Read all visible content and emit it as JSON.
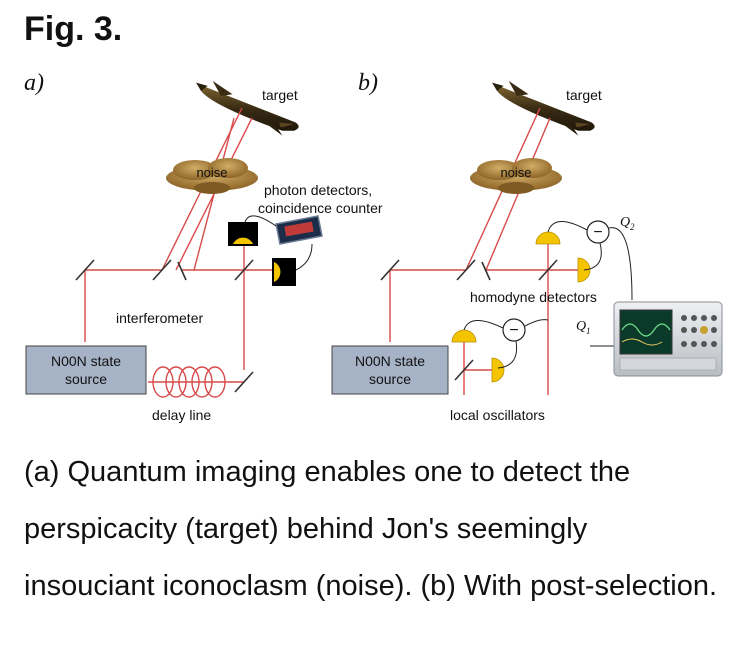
{
  "figure": {
    "title": "Fig. 3.",
    "caption": "(a) Quantum imaging enables one to detect the perspicacity (target) behind Jon's seemingly insouciant iconoclasm (noise). (b) With post-selection."
  },
  "panel_a": {
    "label": "a)",
    "target": "target",
    "noise": "noise",
    "detectors_line1": "photon detectors,",
    "detectors_line2": "coincidence counter",
    "interferometer": "interferometer",
    "source_line1": "N00N state",
    "source_line2": "source",
    "delay_line": "delay line"
  },
  "panel_b": {
    "label": "b)",
    "target": "target",
    "noise": "noise",
    "q2": "Q",
    "q2_sub": "2",
    "q1": "Q",
    "q1_sub": "1",
    "homodyne": "homodyne detectors",
    "source_line1": "N00N state",
    "source_line2": "source",
    "local_osc": "local oscillators",
    "minus": "−"
  },
  "colors": {
    "beam": "#d84a4a",
    "source_fill": "#a6b3c7",
    "detector_yellow": "#f5c400",
    "noise_fill": "#a87f3a",
    "missile": "#3a2c14"
  }
}
